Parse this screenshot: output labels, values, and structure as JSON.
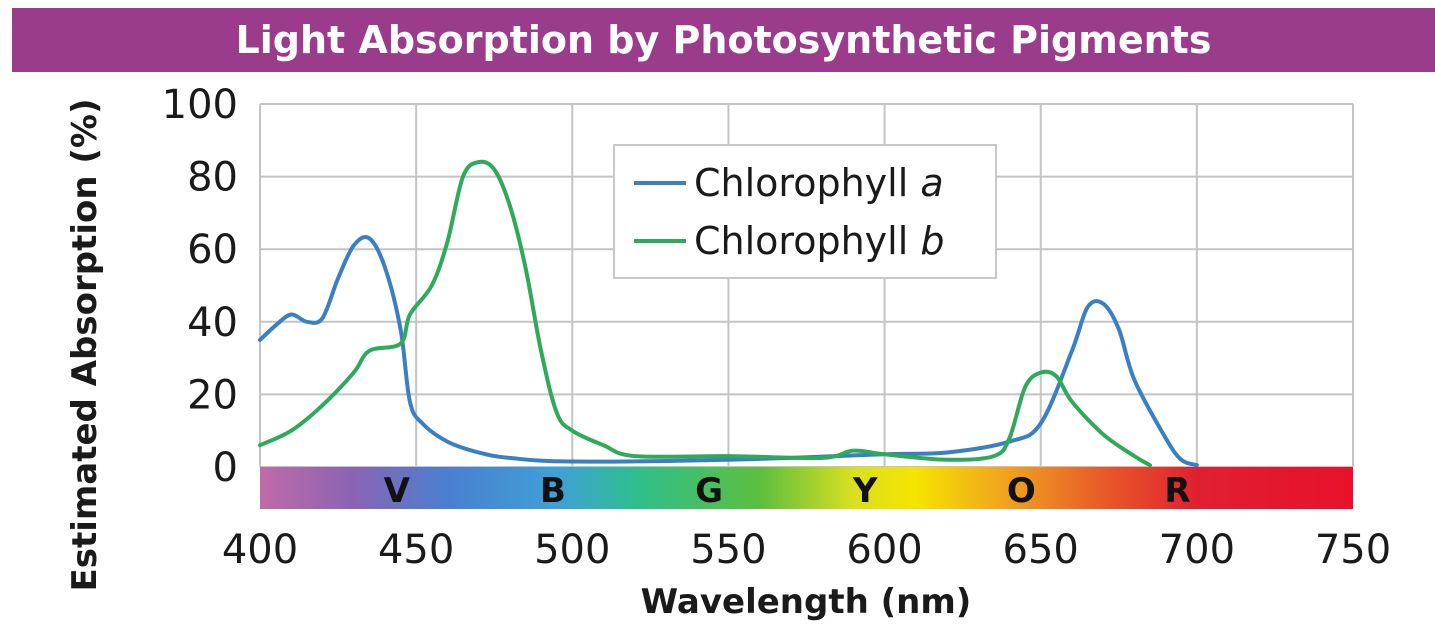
{
  "chart_data": {
    "type": "line",
    "title": "Light Absorption by Photosynthetic Pigments",
    "xlabel": "Wavelength (nm)",
    "ylabel": "Estimated Absorption (%)",
    "xlim": [
      400,
      750
    ],
    "ylim": [
      0,
      100
    ],
    "x_ticks": [
      400,
      450,
      500,
      550,
      600,
      650,
      700,
      750
    ],
    "y_ticks": [
      0,
      20,
      40,
      60,
      80,
      100
    ],
    "grid": true,
    "legend_position": "top-center",
    "series": [
      {
        "name_main": "Chlorophyll ",
        "name_italic": "a",
        "color": "#3a7fc2",
        "points": [
          [
            400,
            35
          ],
          [
            405,
            39
          ],
          [
            410,
            42
          ],
          [
            415,
            40
          ],
          [
            420,
            41
          ],
          [
            425,
            52
          ],
          [
            430,
            61
          ],
          [
            435,
            63
          ],
          [
            440,
            55
          ],
          [
            445,
            38
          ],
          [
            448,
            18
          ],
          [
            452,
            12
          ],
          [
            460,
            7
          ],
          [
            470,
            4
          ],
          [
            480,
            2.5
          ],
          [
            500,
            1.5
          ],
          [
            550,
            2
          ],
          [
            600,
            3.5
          ],
          [
            620,
            4
          ],
          [
            640,
            7
          ],
          [
            650,
            12
          ],
          [
            660,
            32
          ],
          [
            665,
            44
          ],
          [
            670,
            45
          ],
          [
            675,
            38
          ],
          [
            680,
            24
          ],
          [
            690,
            8
          ],
          [
            695,
            2
          ],
          [
            700,
            0.5
          ]
        ]
      },
      {
        "name_main": "Chlorophyll ",
        "name_italic": "b",
        "color": "#2eaa5a",
        "points": [
          [
            400,
            6
          ],
          [
            410,
            10
          ],
          [
            420,
            17
          ],
          [
            430,
            26
          ],
          [
            435,
            32
          ],
          [
            445,
            34
          ],
          [
            448,
            42
          ],
          [
            455,
            50
          ],
          [
            460,
            62
          ],
          [
            465,
            80
          ],
          [
            470,
            84
          ],
          [
            475,
            82
          ],
          [
            480,
            72
          ],
          [
            485,
            55
          ],
          [
            490,
            32
          ],
          [
            495,
            15
          ],
          [
            500,
            10
          ],
          [
            510,
            6
          ],
          [
            520,
            3
          ],
          [
            550,
            3
          ],
          [
            580,
            2.5
          ],
          [
            590,
            4.5
          ],
          [
            600,
            3.5
          ],
          [
            620,
            2
          ],
          [
            635,
            3
          ],
          [
            640,
            8
          ],
          [
            645,
            22
          ],
          [
            650,
            26
          ],
          [
            655,
            25
          ],
          [
            660,
            18
          ],
          [
            670,
            9
          ],
          [
            680,
            3
          ],
          [
            685,
            0.5
          ]
        ]
      }
    ],
    "spectrum_band": {
      "letters": [
        {
          "label": "V",
          "x": 455
        },
        {
          "label": "B",
          "x": 505
        },
        {
          "label": "G",
          "x": 555
        },
        {
          "label": "Y",
          "x": 605
        },
        {
          "label": "O",
          "x": 655
        },
        {
          "label": "R",
          "x": 705
        }
      ],
      "stops": [
        {
          "x": 400,
          "color": "#c06aa8"
        },
        {
          "x": 430,
          "color": "#8a64b4"
        },
        {
          "x": 460,
          "color": "#4a7fd0"
        },
        {
          "x": 495,
          "color": "#3fa0d8"
        },
        {
          "x": 520,
          "color": "#2ebf8e"
        },
        {
          "x": 560,
          "color": "#5cbf3f"
        },
        {
          "x": 590,
          "color": "#d8e020"
        },
        {
          "x": 610,
          "color": "#f5e400"
        },
        {
          "x": 640,
          "color": "#f0a020"
        },
        {
          "x": 670,
          "color": "#e85a28"
        },
        {
          "x": 700,
          "color": "#e02030"
        },
        {
          "x": 750,
          "color": "#e8102a"
        }
      ]
    }
  }
}
